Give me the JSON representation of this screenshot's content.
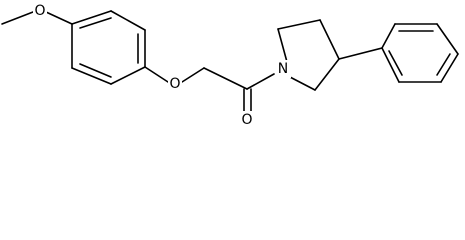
{
  "molecule": {
    "atoms": {
      "methoxy_oxygen": "O",
      "ether_oxygen": "O",
      "carbonyl_oxygen": "O",
      "ring_nitrogen": "N"
    },
    "colors": {
      "bond": "#000000",
      "label": "#000000",
      "background": "#ffffff"
    }
  }
}
